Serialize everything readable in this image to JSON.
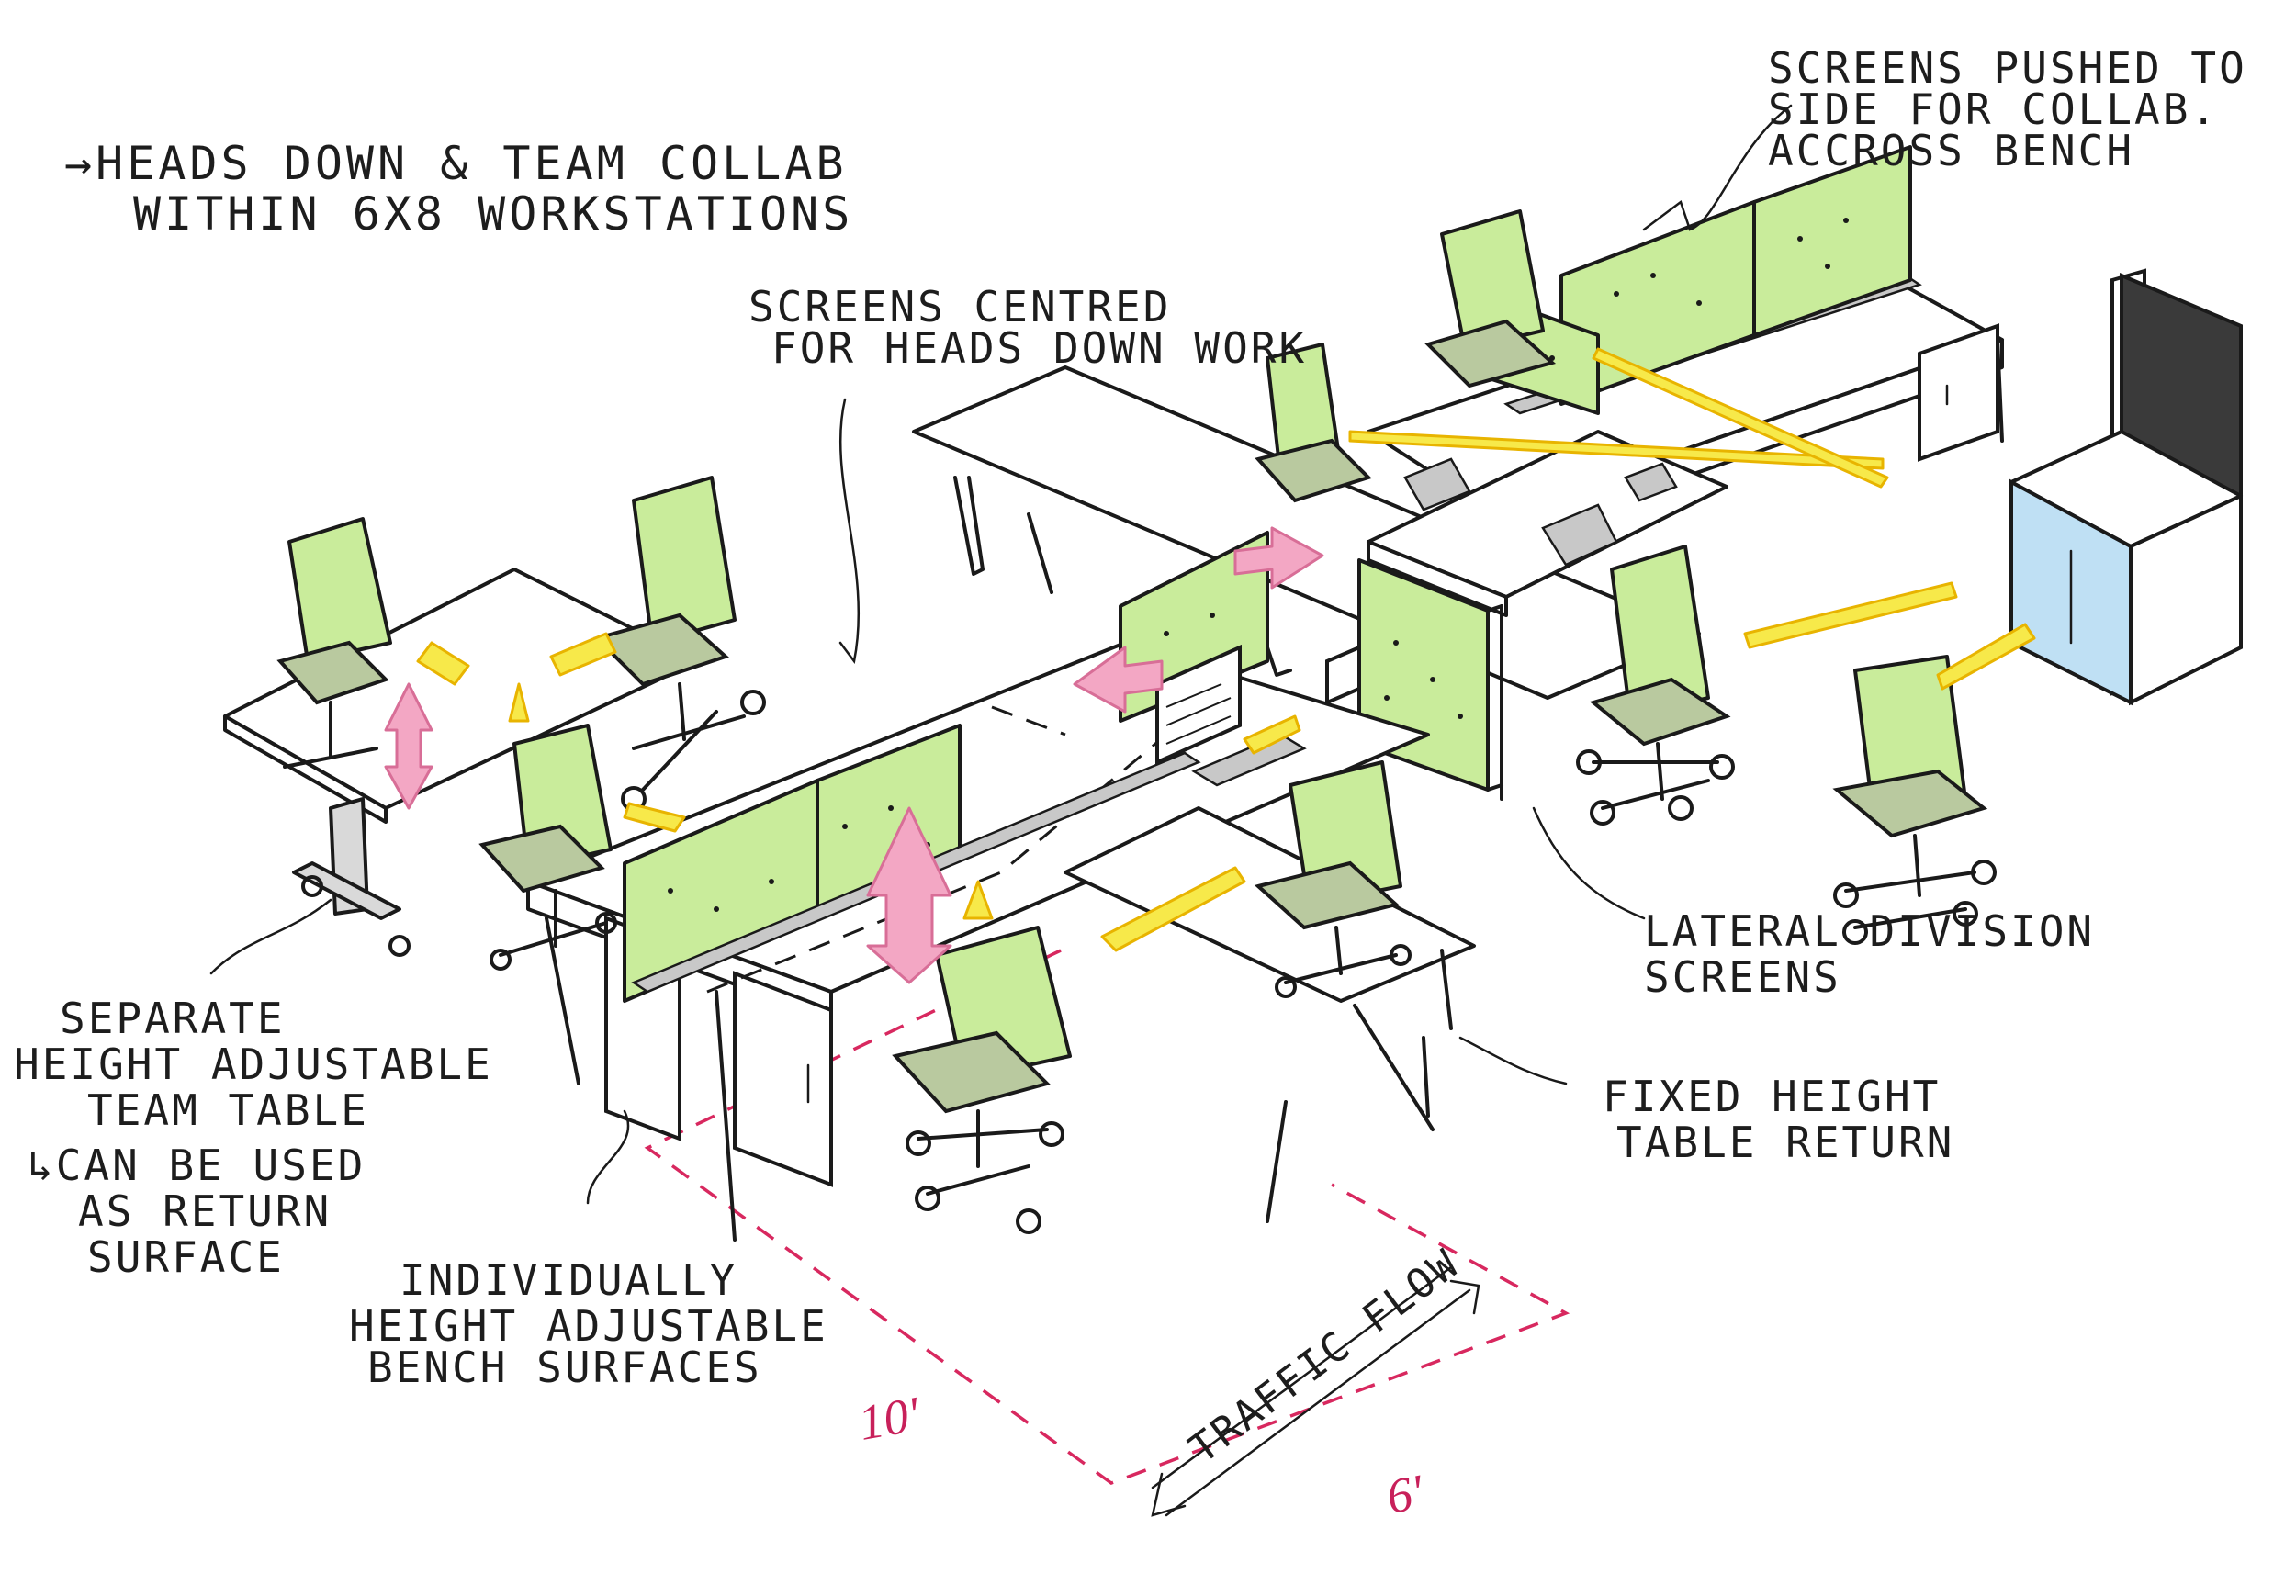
{
  "annotations": {
    "title": [
      "→HEADS DOWN & TEAM COLLAB",
      "WITHIN 6X8 WORKSTATIONS"
    ],
    "screens_pushed": [
      "SCREENS PUSHED TO",
      "SIDE FOR COLLAB.",
      "ACCROSS BENCH"
    ],
    "screens_centred": [
      "SCREENS CENTRED",
      "FOR HEADS DOWN WORK"
    ],
    "separate_table": [
      "SEPARATE",
      "HEIGHT ADJUSTABLE",
      "TEAM TABLE",
      "↳CAN BE USED",
      "AS RETURN",
      "SURFACE"
    ],
    "lateral_screens": [
      "LATERAL DIVISION",
      "SCREENS"
    ],
    "fixed_height": [
      "FIXED HEIGHT",
      "TABLE RETURN"
    ],
    "individually": [
      "INDIVIDUALLY",
      "HEIGHT ADJUSTABLE",
      "BENCH SURFACES"
    ],
    "traffic_flow": "TRAFFIC FLOW",
    "dim_long": "10'",
    "dim_short": "6'"
  },
  "colors": {
    "screen_green": "#c9ec9b",
    "arrow_yellow": "#f7e94a",
    "arrow_pink": "#f3a7c4",
    "dimension_red": "#d8285f",
    "credenza_blue": "#bfe0f4"
  }
}
